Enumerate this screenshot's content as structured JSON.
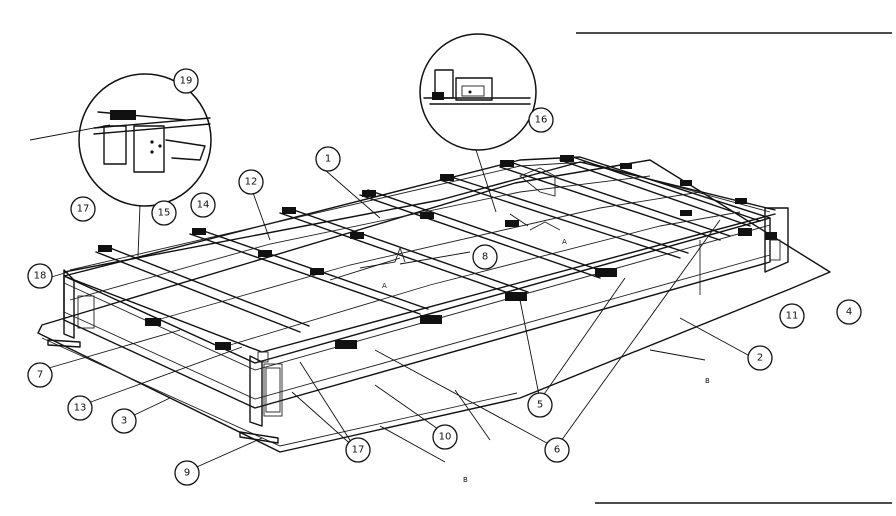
{
  "callouts": {
    "c1": "1",
    "c2": "2",
    "c3": "3",
    "c4": "4",
    "c5": "5",
    "c6": "6",
    "c7": "7",
    "c8": "8",
    "c9": "9",
    "c10": "10",
    "c11": "11",
    "c12": "12",
    "c13": "13",
    "c14": "14",
    "c15": "15",
    "c16": "16",
    "c17a": "17",
    "c17b": "17",
    "c18": "18",
    "c19": "19"
  },
  "letters": {
    "a1": "A",
    "a2": "A",
    "b1": "B",
    "b2": "B"
  }
}
